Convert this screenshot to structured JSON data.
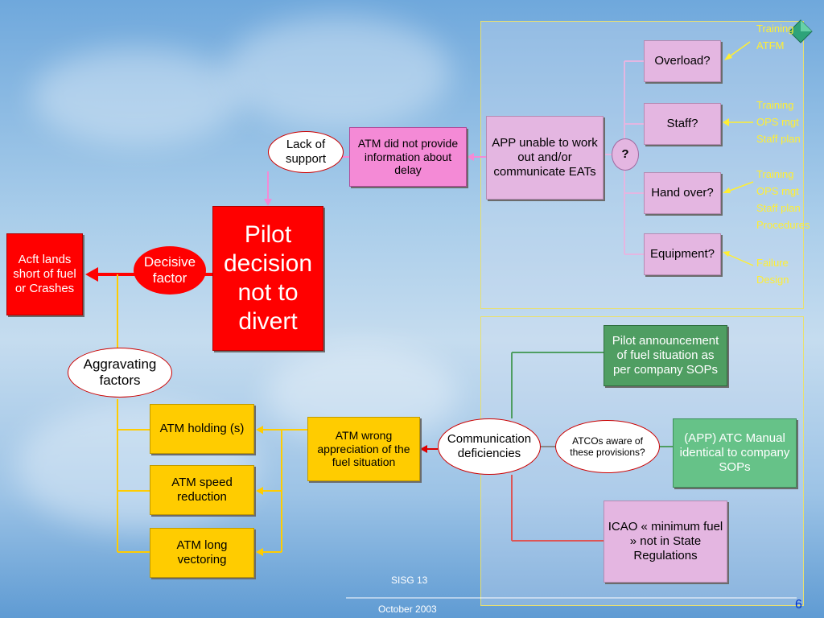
{
  "slide": {
    "pilot_decision": "Pilot decision not to divert",
    "outcome": "Acft lands short of fuel or Crashes",
    "decisive_factor": "Decisive factor",
    "lack_of_support": "Lack of support",
    "aggravating_factors": "Aggravating factors",
    "atm_no_info": "ATM did not provide information about delay",
    "app_unable": "APP unable to work out and/or communicate EATs",
    "question": "?",
    "checks": [
      {
        "label": "Overload?",
        "notes": [
          "Training",
          "ATFM"
        ]
      },
      {
        "label": "Staff?",
        "notes": [
          "Training",
          "OPS mgt",
          "Staff plan"
        ]
      },
      {
        "label": "Hand over?",
        "notes": [
          "Training",
          "OPS mgt",
          "Staff plan",
          "Procedures"
        ]
      },
      {
        "label": "Equipment?",
        "notes": [
          "Failure",
          "Design"
        ]
      }
    ],
    "atm_holding": "ATM holding (s)",
    "atm_speed": "ATM speed reduction",
    "atm_vectoring": "ATM long vectoring",
    "atm_wrong": "ATM wrong appreciation of the fuel situation",
    "communication": "Communication deficiencies",
    "atcos_aware": "ATCOs aware of these provisions?",
    "pilot_announcement": "Pilot announcement of fuel situation as per company SOPs",
    "app_atc_manual": "(APP) ATC Manual identical to company SOPs",
    "icao": "ICAO « minimum fuel » not in State Regulations",
    "footer_event": "SISG 13",
    "footer_date": "October 2003",
    "page_number": "6"
  },
  "colors": {
    "red": "#ff0000",
    "yellow": "#ffcc00",
    "pink": "#f48ad6",
    "lilac": "#e4b6e1",
    "green": "#66c288",
    "note_yellow": "#ffee33"
  }
}
